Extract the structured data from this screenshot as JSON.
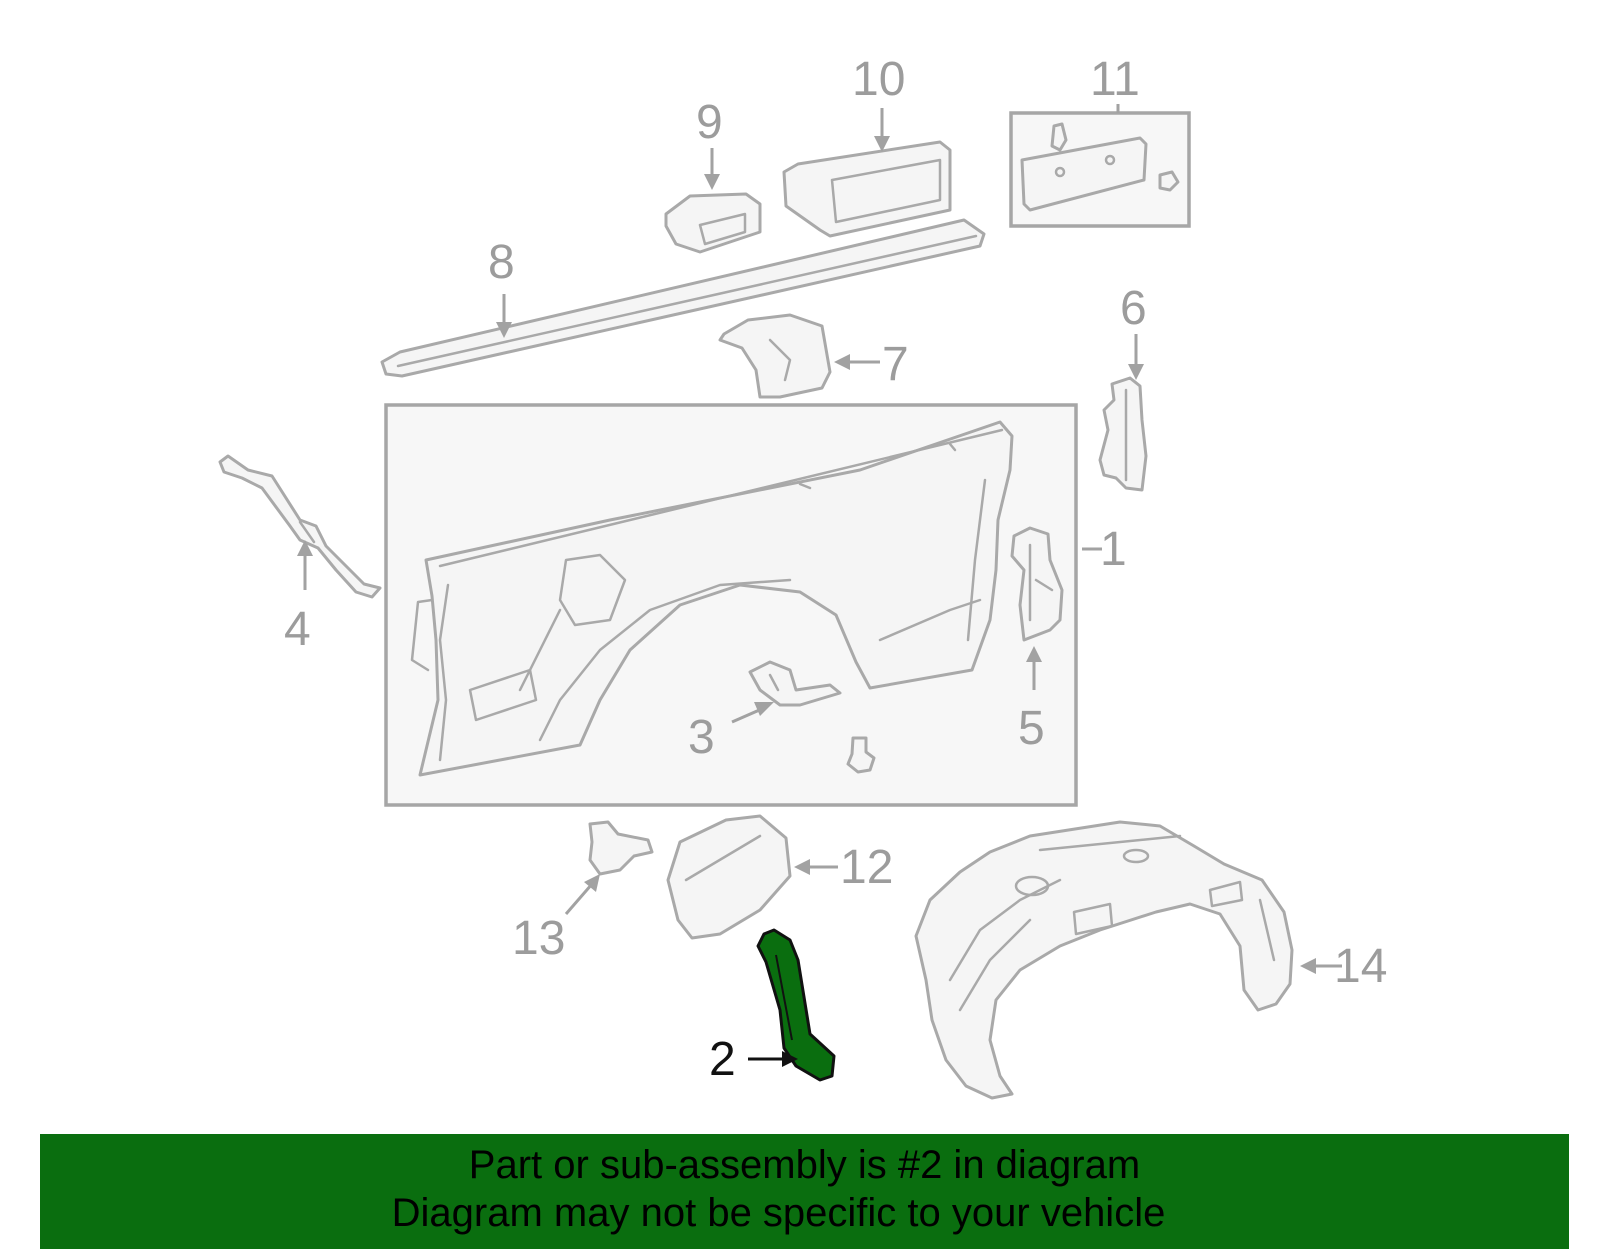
{
  "diagram": {
    "callouts": {
      "c1": "1",
      "c2": "2",
      "c3": "3",
      "c4": "4",
      "c5": "5",
      "c6": "6",
      "c7": "7",
      "c8": "8",
      "c9": "9",
      "c10": "10",
      "c11": "11",
      "c12": "12",
      "c13": "13",
      "c14": "14"
    },
    "highlighted_part": "2",
    "colors": {
      "highlight": "#0a6e0f",
      "outline": "#a9a9a9",
      "banner": "#0a6e0f"
    }
  },
  "banner": {
    "line1": "Part or sub-assembly is #2 in diagram",
    "line2": "Diagram may not be specific to your vehicle"
  }
}
